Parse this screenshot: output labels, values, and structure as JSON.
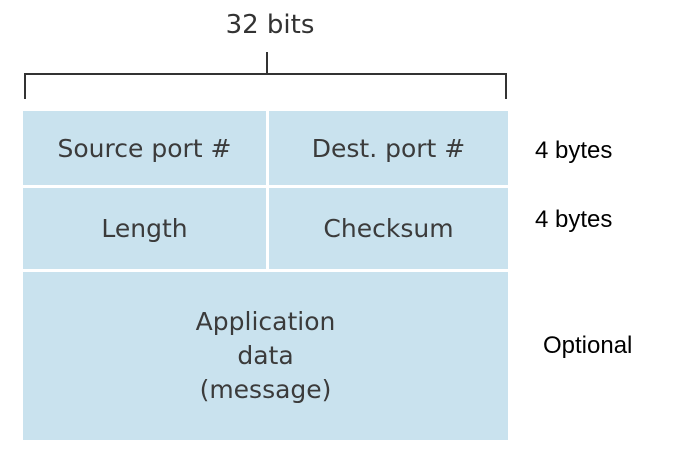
{
  "header": {
    "width_label": "32 bits"
  },
  "rows": [
    {
      "cells": [
        "Source port #",
        "Dest. port #"
      ],
      "size_note": "4 bytes"
    },
    {
      "cells": [
        "Length",
        "Checksum"
      ],
      "size_note": "4 bytes"
    },
    {
      "cells": [
        "Application",
        "data",
        "(message)"
      ],
      "size_note": "Optional"
    }
  ],
  "colors": {
    "cell_fill": "#c9e2ee",
    "cell_text": "#3b3b3b",
    "bracket_stroke": "#333333"
  }
}
